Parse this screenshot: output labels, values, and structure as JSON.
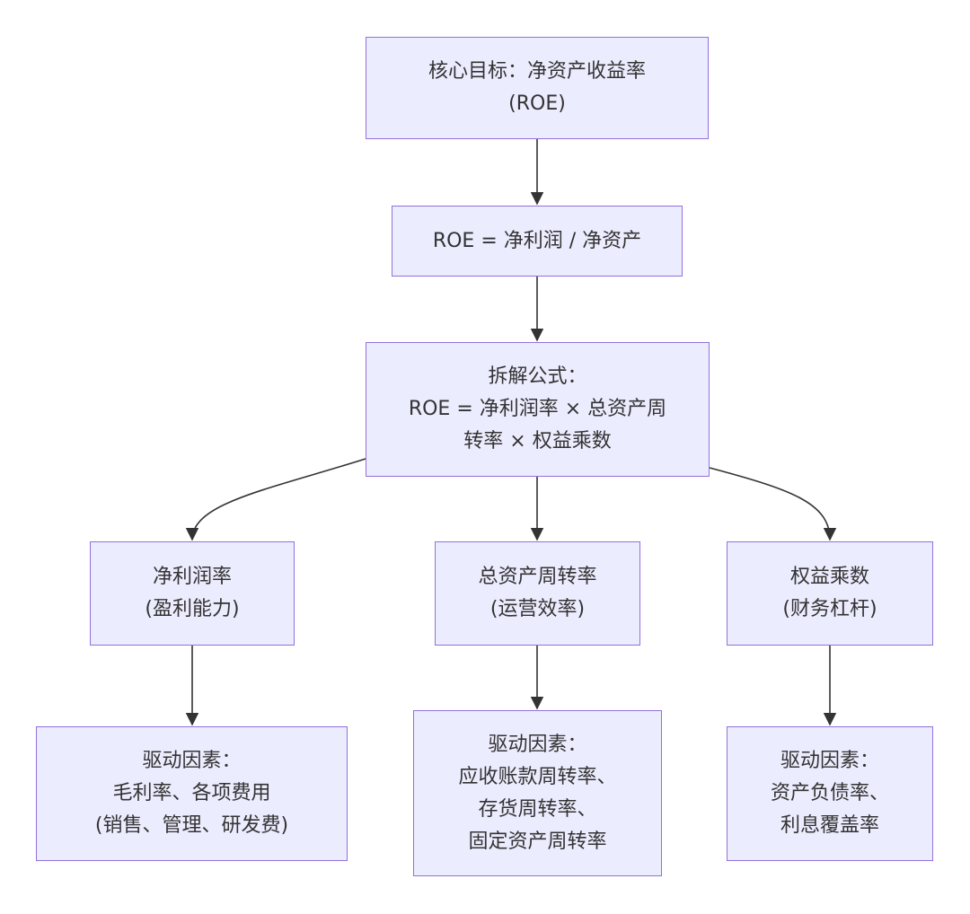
{
  "colors": {
    "node_fill": "#ececff",
    "node_border": "#9370db",
    "edge": "#333333",
    "text": "#333333"
  },
  "nodes": {
    "goal": {
      "lines": [
        "核心目标：净资产收益率",
        "(ROE)"
      ]
    },
    "definition": {
      "lines": [
        "ROE = 净利润 / 净资产"
      ]
    },
    "decomposition": {
      "lines": [
        "拆解公式：",
        "ROE = 净利润率 × 总资产周",
        "转率 × 权益乘数"
      ]
    },
    "net_margin": {
      "lines": [
        "净利润率",
        "(盈利能力)"
      ]
    },
    "asset_turnover": {
      "lines": [
        "总资产周转率",
        "(运营效率)"
      ]
    },
    "equity_multiplier": {
      "lines": [
        "权益乘数",
        "(财务杠杆)"
      ]
    },
    "margin_drivers": {
      "lines": [
        "驱动因素：",
        "毛利率、各项费用",
        "(销售、管理、研发费)"
      ]
    },
    "turnover_drivers": {
      "lines": [
        "驱动因素：",
        "应收账款周转率、",
        "存货周转率、",
        "固定资产周转率"
      ]
    },
    "leverage_drivers": {
      "lines": [
        "驱动因素：",
        "资产负债率、",
        "利息覆盖率"
      ]
    }
  },
  "edges": [
    {
      "from": "goal",
      "to": "definition"
    },
    {
      "from": "definition",
      "to": "decomposition"
    },
    {
      "from": "decomposition",
      "to": "net_margin"
    },
    {
      "from": "decomposition",
      "to": "asset_turnover"
    },
    {
      "from": "decomposition",
      "to": "equity_multiplier"
    },
    {
      "from": "net_margin",
      "to": "margin_drivers"
    },
    {
      "from": "asset_turnover",
      "to": "turnover_drivers"
    },
    {
      "from": "equity_multiplier",
      "to": "leverage_drivers"
    }
  ]
}
